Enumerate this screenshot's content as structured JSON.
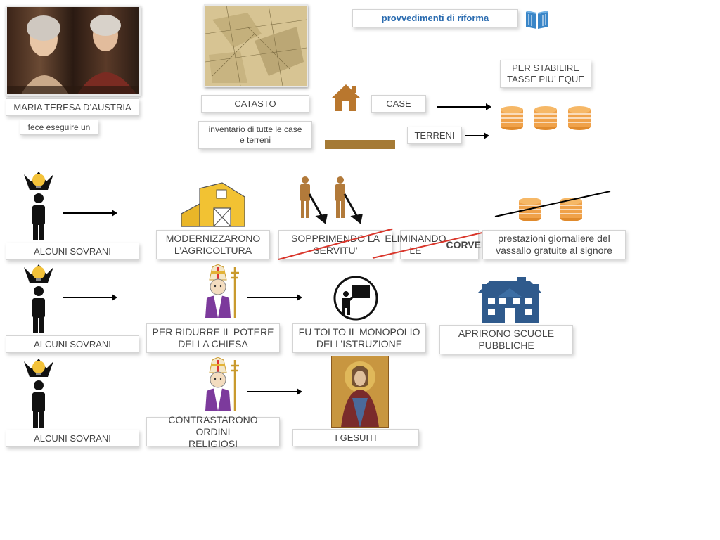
{
  "header": {
    "title": "provvedimenti di riforma",
    "icon": "open-book-icon",
    "accent": "#2b6cb0"
  },
  "top": {
    "maria_label": "MARIA TERESA D’AUSTRIA",
    "fece_label": "fece eseguire un",
    "catasto_label": "CATASTO",
    "inventario_label": "inventario di tutte le case\ne terreni",
    "case_label": "CASE",
    "terreni_label": "TERRENI",
    "tasse_label": "PER STABILIRE\nTASSE PIU’ EQUE"
  },
  "row1": {
    "sovrani_label": "ALCUNI SOVRANI",
    "agricoltura_label": "MODERNIZZARONO\nL’AGRICOLTURA",
    "servitu_label": "SOPPRIMENDO LA\nSERVITU’",
    "corvees_prefix": "ELIMINANDO\nLE ",
    "corvees_bold": "CORVEES",
    "prestazioni_label": "prestazioni giornaliere del\nvassallo  gratuite al signore"
  },
  "row2": {
    "sovrani_label": "ALCUNI SOVRANI",
    "chiesa_label": "PER RIDURRE IL POTERE\nDELLA CHIESA",
    "istruzione_label": "FU TOLTO IL MONOPOLIO\nDELL’ISTRUZIONE",
    "scuole_label": "APRIRONO SCUOLE\nPUBBLICHE"
  },
  "row3": {
    "sovrani_label": "ALCUNI SOVRANI",
    "ordini_label": "CONTRASTARONO ORDINI\nRELIGIOSI",
    "gesuiti_label": "I GESUITI"
  },
  "colors": {
    "coin": "#f0a24a",
    "house": "#b9772e",
    "barn": "#f2c233",
    "worker": "#b27a3a",
    "school": "#2f5a8c",
    "crown": "#f3c23a",
    "strike": "#d9362b"
  }
}
